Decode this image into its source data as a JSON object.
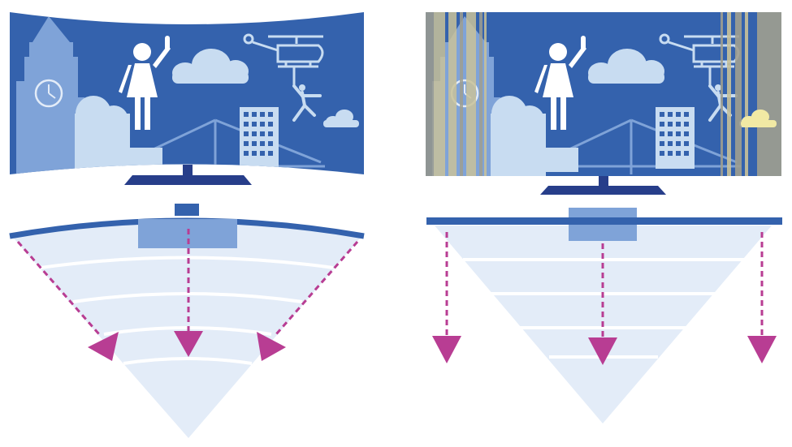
{
  "colors": {
    "screen_blue": "#3462ad",
    "light_blue": "#c8dcf1",
    "mid_blue": "#7fa3d8",
    "stand_navy": "#273e8a",
    "fan_fill": "#e3ecf8",
    "arrow_magenta": "#b83d93",
    "glare_tan": "#c9c29a",
    "glare_gray": "#a09f90",
    "glare_yellow": "#f1e9a4",
    "white": "#ffffff"
  },
  "panels": [
    {
      "label": "",
      "screen": "curved",
      "view_cone": "curved-converging"
    },
    {
      "label": "",
      "screen": "flat",
      "view_cone": "flat-parallel"
    }
  ],
  "scene_elements": [
    "big-ben-tower",
    "clock-icon",
    "woman-waving-statue",
    "clouds",
    "helicopter",
    "rope-climber",
    "suspension-bridge",
    "office-building"
  ]
}
